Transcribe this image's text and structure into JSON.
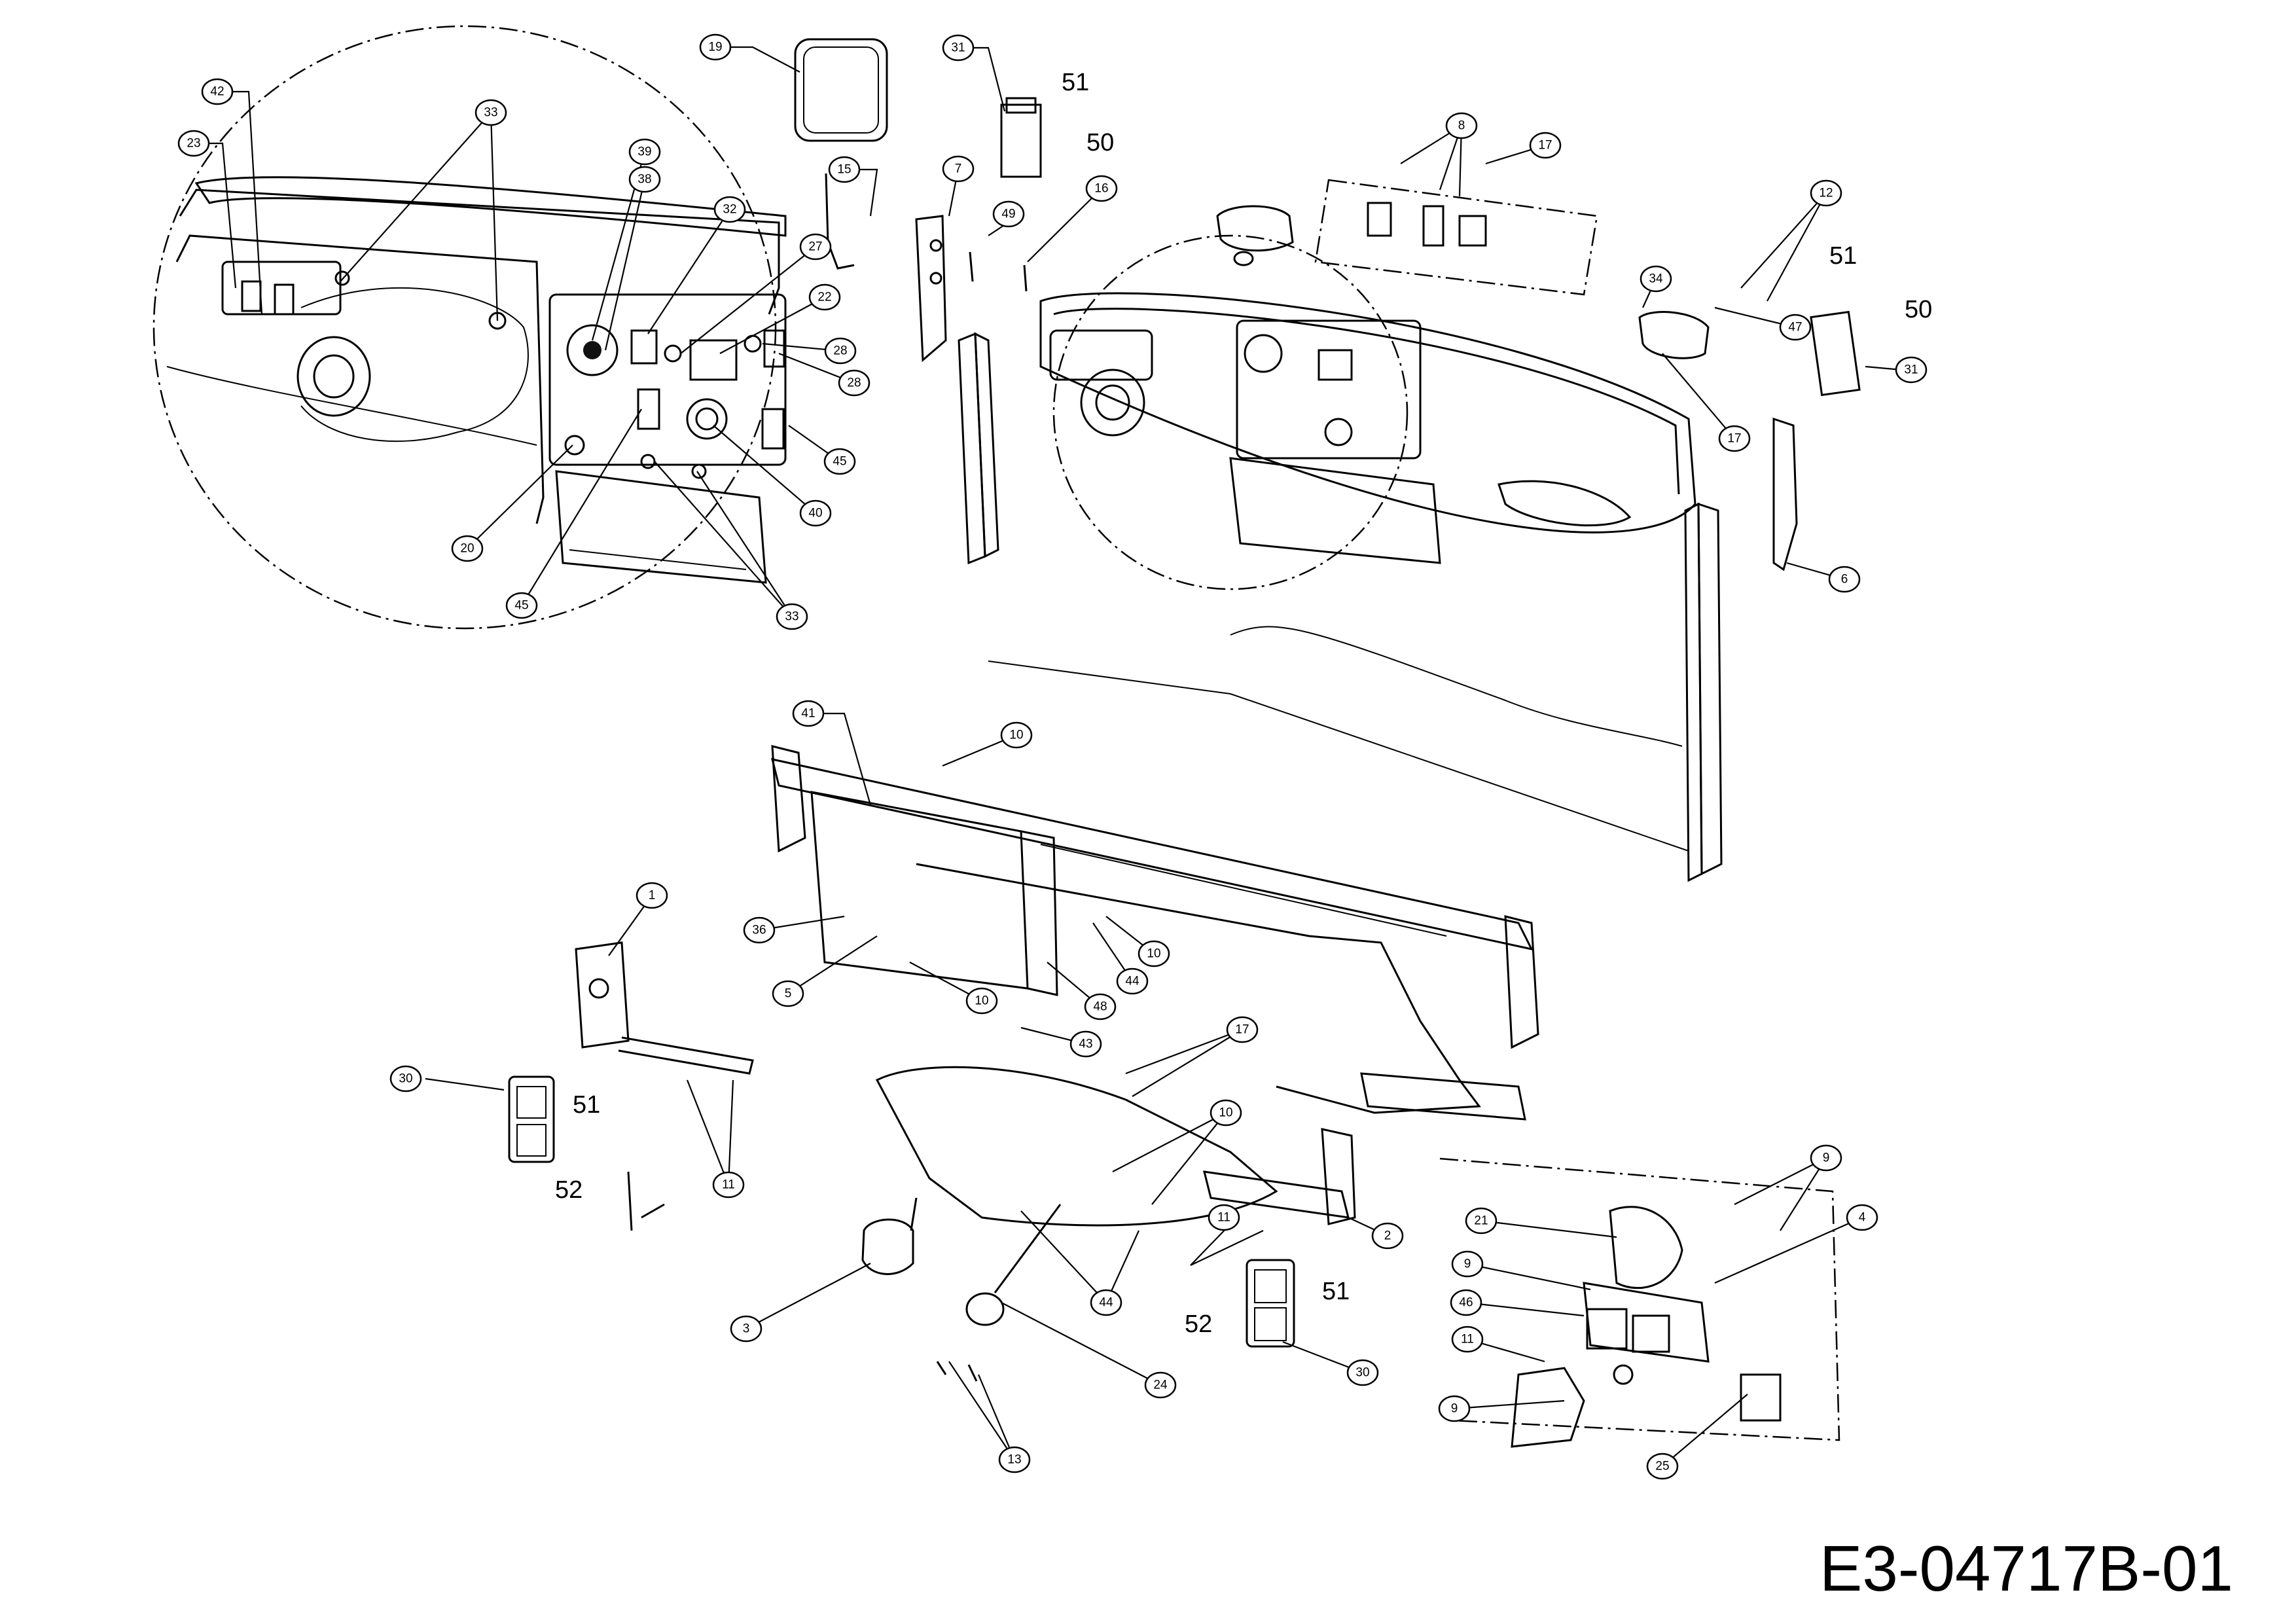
{
  "drawing_reference": "E3-04717B-01",
  "callouts": [
    "42",
    "33",
    "23",
    "39",
    "38",
    "32",
    "27",
    "22",
    "28",
    "28",
    "45",
    "40",
    "20",
    "45",
    "33",
    "19",
    "31",
    "15",
    "7",
    "49",
    "16",
    "8",
    "17",
    "12",
    "34",
    "47",
    "17",
    "6",
    "41",
    "10",
    "36",
    "5",
    "10",
    "1",
    "10",
    "44",
    "48",
    "43",
    "17",
    "30",
    "11",
    "10",
    "2",
    "11",
    "3",
    "44",
    "24",
    "13",
    "30",
    "9",
    "21",
    "9",
    "46",
    "11",
    "9",
    "4",
    "25",
    "31"
  ],
  "plain_labels": [
    "51",
    "50",
    "51",
    "50",
    "51",
    "52",
    "51",
    "52"
  ]
}
